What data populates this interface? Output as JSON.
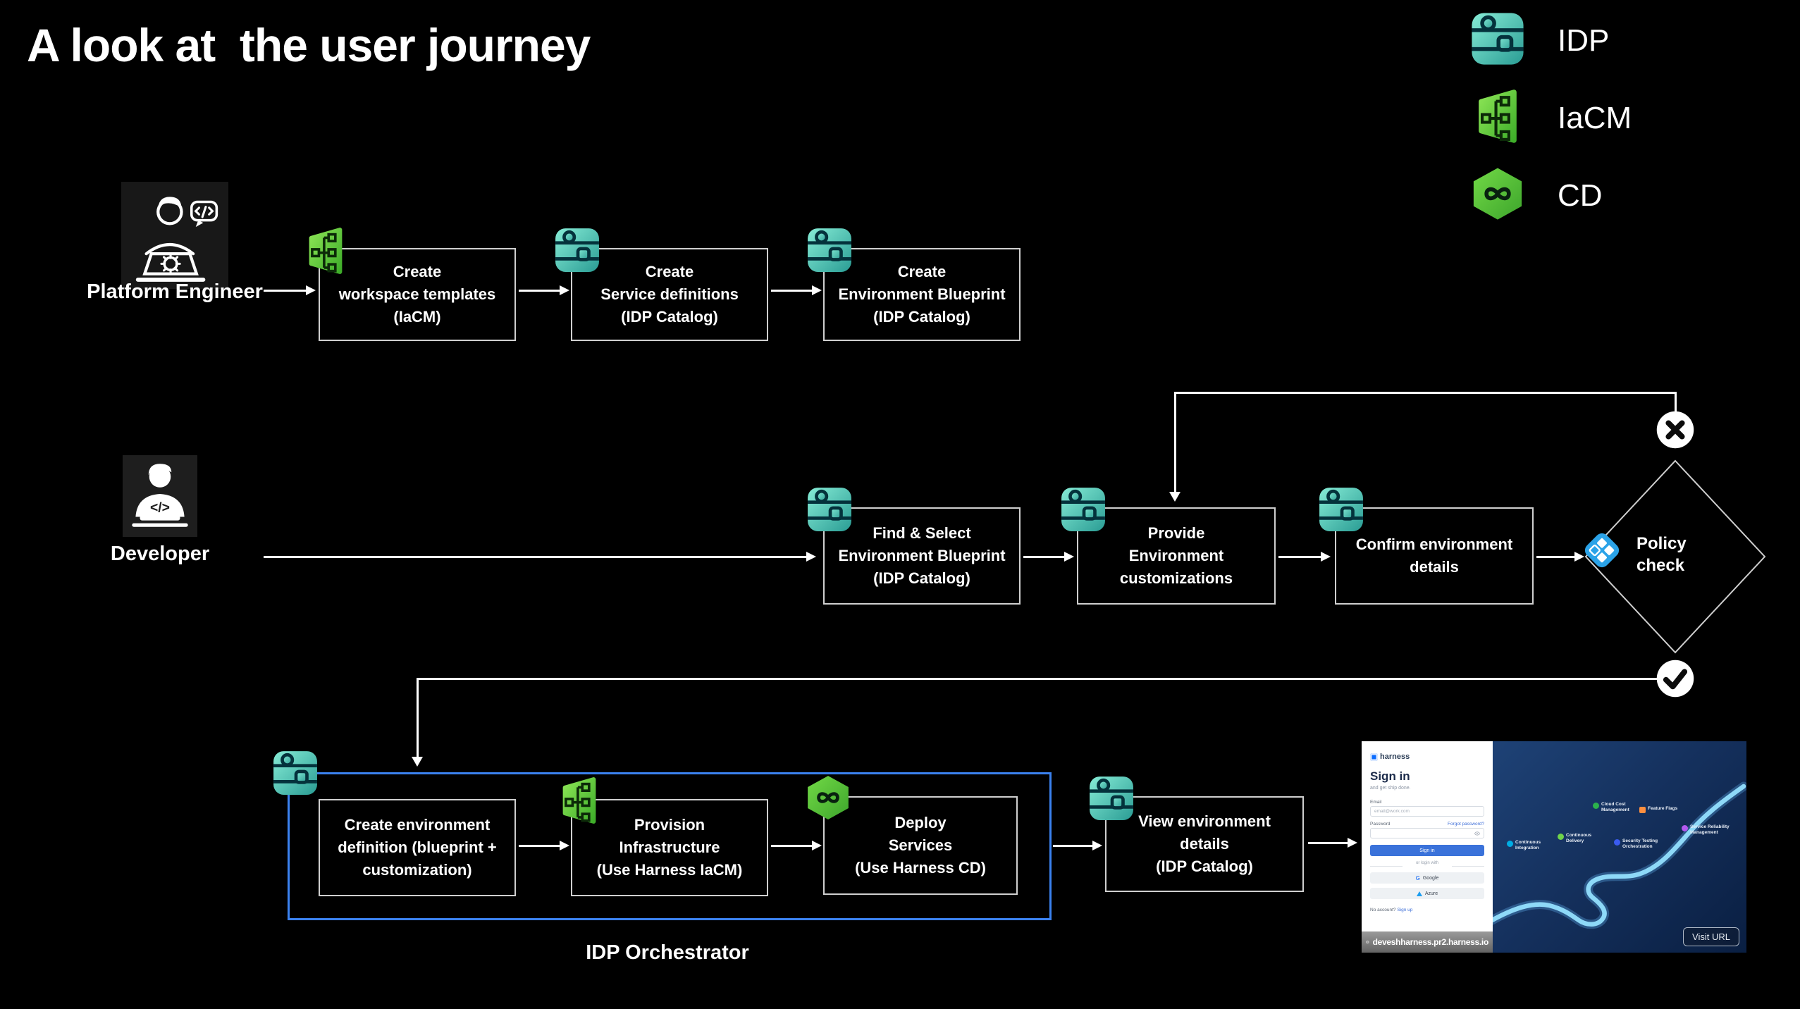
{
  "title": "A look at  the user journey",
  "legend": {
    "items": [
      {
        "id": "idp",
        "icon": "idp-icon",
        "label": "IDP"
      },
      {
        "id": "iacm",
        "icon": "iacm-icon",
        "label": "IaCM"
      },
      {
        "id": "cd",
        "icon": "cd-icon",
        "label": "CD"
      }
    ]
  },
  "lanes": {
    "platform_engineer": {
      "label": "Platform Engineer",
      "steps": [
        {
          "icon": "iacm-icon",
          "text": "Create\nworkspace templates\n(IaCM)"
        },
        {
          "icon": "idp-icon",
          "text": "Create\nService definitions\n(IDP Catalog)"
        },
        {
          "icon": "idp-icon",
          "text": "Create\nEnvironment Blueprint\n(IDP Catalog)"
        }
      ]
    },
    "developer": {
      "label": "Developer",
      "steps": [
        {
          "icon": "idp-icon",
          "text": "Find & Select\nEnvironment Blueprint\n(IDP Catalog)"
        },
        {
          "icon": "idp-icon",
          "text": "Provide\nEnvironment\ncustomizations"
        },
        {
          "icon": "idp-icon",
          "text": "Confirm environment\ndetails"
        }
      ]
    }
  },
  "policy_check": {
    "label": "Policy\ncheck",
    "icon": "policy-icon",
    "fail_glyph": "✕",
    "pass_glyph": "✓"
  },
  "orchestrator": {
    "label": "IDP Orchestrator",
    "container_icon": "idp-icon",
    "steps": [
      {
        "icon": "",
        "text": "Create environment\ndefinition (blueprint +\ncustomization)"
      },
      {
        "icon": "iacm-icon",
        "text": "Provision\nInfrastructure\n(Use Harness IaCM)"
      },
      {
        "icon": "cd-icon",
        "text": "Deploy\nServices\n(Use Harness CD)"
      }
    ]
  },
  "post_steps": [
    {
      "icon": "idp-icon",
      "text": "View environment\ndetails\n(IDP Catalog)"
    }
  ],
  "thumbnail": {
    "signin": {
      "brand": "harness",
      "heading": "Sign in",
      "tagline": "and get ship done.",
      "email_label": "Email",
      "email_placeholder": "email@work.com",
      "password_label": "Password",
      "forgot_link": "Forgot password?",
      "signin_button": "Sign in",
      "divider": "or login with",
      "google_button": "Google",
      "azure_button": "Azure",
      "no_account": "No account?",
      "signup_link": "Sign up"
    },
    "url": "deveshharness.pr2.harness.io",
    "visit_button": "Visit URL",
    "modules": [
      {
        "name": "Continuous\nIntegration",
        "color": "#00ade4"
      },
      {
        "name": "Continuous\nDelivery",
        "color": "#6fd34a"
      },
      {
        "name": "Cloud Cost\nManagement",
        "color": "#2bb24c"
      },
      {
        "name": "Feature Flags",
        "color": "#ff8f3f"
      },
      {
        "name": "Security Testing\nOrchestration",
        "color": "#3a5bf0"
      },
      {
        "name": "Service Reliability\nManagement",
        "color": "#b259f0"
      }
    ]
  },
  "colors": {
    "background": "#000000",
    "idp_teal_start": "#86ecd6",
    "idp_teal_end": "#2a9c94",
    "iacm_green_start": "#8be455",
    "iacm_green_end": "#3fae2a",
    "cd_green_start": "#72d946",
    "cd_green_end": "#3da52c",
    "policy_blue": "#2ba3e8",
    "orchestrator_border": "#3b82f0",
    "node_border": "#cfcfcf",
    "road_blue": "#8ed9f8",
    "signin_button_blue": "#3a72da"
  }
}
